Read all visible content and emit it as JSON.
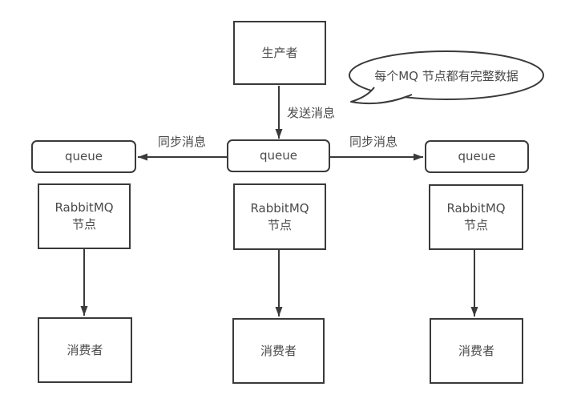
{
  "colors": {
    "stroke": "#3a3a3a",
    "text": "#4a4a4a",
    "background": "#ffffff"
  },
  "diagram": {
    "producer_label": "生产者",
    "bubble_text": "每个MQ 节点都有完整数据",
    "send_message_label": "发送消息",
    "sync_message_left_label": "同步消息",
    "sync_message_right_label": "同步消息",
    "columns": [
      {
        "queue": "queue",
        "node": "RabbitMQ\n节点",
        "consumer": "消费者"
      },
      {
        "queue": "queue",
        "node": "RabbitMQ\n节点",
        "consumer": "消费者"
      },
      {
        "queue": "queue",
        "node": "RabbitMQ\n节点",
        "consumer": "消费者"
      }
    ]
  }
}
